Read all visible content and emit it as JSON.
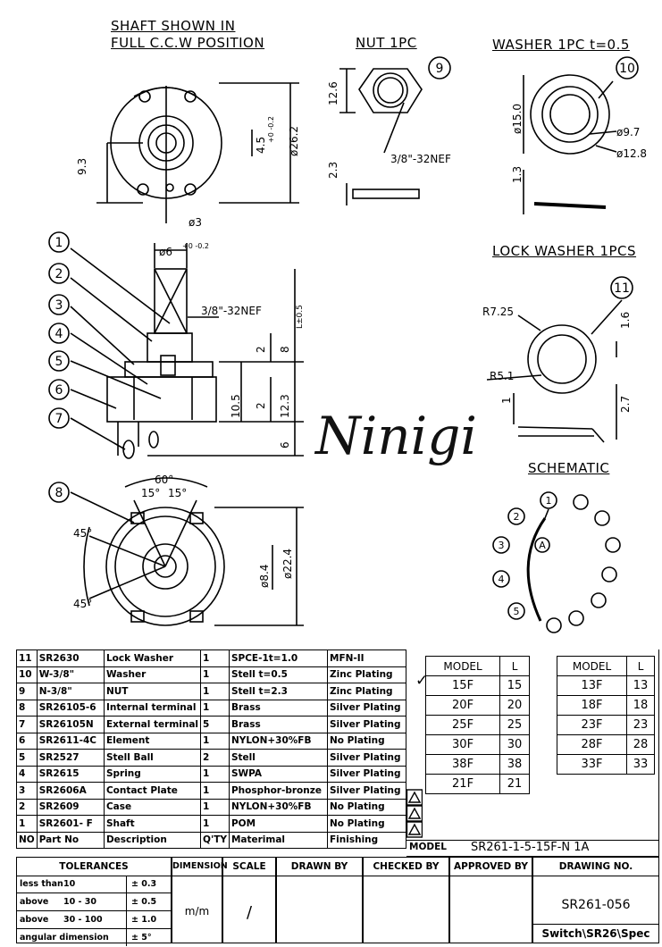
{
  "titles": {
    "shaft_line1": "SHAFT SHOWN IN",
    "shaft_line2": "FULL C.C.W POSITION",
    "nut": "NUT 1PC",
    "washer": "WASHER 1PC t=0.5",
    "lock_washer": "LOCK WASHER 1PCS",
    "schematic": "SCHEMATIC"
  },
  "dims": {
    "d26_2": "ø26.2",
    "d4_5": "4.5",
    "d4_5_tol": "+0 -0.2",
    "d9_3": "9.3",
    "d3": "ø3",
    "nut_12_6": "12.6",
    "nut_thread": "3/8\"-32NEF",
    "nut_2_3": "2.3",
    "w_15": "ø15.0",
    "w_9_7": "ø9.7",
    "w_12_8": "ø12.8",
    "w_1_3": "1.3",
    "shaft_6": "ø6",
    "shaft_6_tol": "+0 -0.2",
    "shaft_thread": "3/8\"-32NEF",
    "shaft_L": "L±0.5",
    "s_2a": "2",
    "s_8": "8",
    "s_10_5": "10.5",
    "s_2b": "2",
    "s_12_3": "12.3",
    "s_6": "6",
    "lw_r7_25": "R7.25",
    "lw_r5_1": "R5.1",
    "lw_1_6": "1.6",
    "lw_1": "1",
    "lw_2_7": "2.7",
    "b_60": "60°",
    "b_15a": "15°",
    "b_15b": "15°",
    "b_45a": "45°",
    "b_45b": "45°",
    "b_8_4": "ø8.4",
    "b_22_4": "ø22.4"
  },
  "callouts": [
    "1",
    "2",
    "3",
    "4",
    "5",
    "6",
    "7",
    "8",
    "9",
    "10",
    "11"
  ],
  "schematic_labels": [
    "1",
    "2",
    "3",
    "4",
    "5",
    "A"
  ],
  "watermark": "Ninigi",
  "bom": [
    {
      "no": "11",
      "part": "SR2630",
      "desc": "Lock Washer",
      "qty": "1",
      "mat": "SPCE-1t=1.0",
      "fin": "MFN-II"
    },
    {
      "no": "10",
      "part": "W-3/8\"",
      "desc": "Washer",
      "qty": "1",
      "mat": "Stell t=0.5",
      "fin": "Zinc Plating"
    },
    {
      "no": "9",
      "part": "N-3/8\"",
      "desc": "NUT",
      "qty": "1",
      "mat": "Stell t=2.3",
      "fin": "Zinc Plating"
    },
    {
      "no": "8",
      "part": "SR26105-6",
      "desc": "Internal terminal",
      "qty": "1",
      "mat": "Brass",
      "fin": "Silver Plating"
    },
    {
      "no": "7",
      "part": "SR26105N",
      "desc": "External terminal",
      "qty": "5",
      "mat": "Brass",
      "fin": "Silver Plating"
    },
    {
      "no": "6",
      "part": "SR2611-4C",
      "desc": "Element",
      "qty": "1",
      "mat": "NYLON+30%FB",
      "fin": "No Plating"
    },
    {
      "no": "5",
      "part": "SR2527",
      "desc": "Stell Ball",
      "qty": "2",
      "mat": "Stell",
      "fin": "Silver Plating"
    },
    {
      "no": "4",
      "part": "SR2615",
      "desc": "Spring",
      "qty": "1",
      "mat": "SWPA",
      "fin": "Silver Plating"
    },
    {
      "no": "3",
      "part": "SR2606A",
      "desc": "Contact Plate",
      "qty": "1",
      "mat": "Phosphor-bronze",
      "fin": "Silver Plating"
    },
    {
      "no": "2",
      "part": "SR2609",
      "desc": "Case",
      "qty": "1",
      "mat": "NYLON+30%FB",
      "fin": "No Plating"
    },
    {
      "no": "1",
      "part": "SR2601- F",
      "desc": "Shaft",
      "qty": "1",
      "mat": "POM",
      "fin": "No Plating"
    }
  ],
  "bom_header": {
    "no": "NO",
    "part": "Part No",
    "desc": "Description",
    "qty": "Q'TY",
    "mat": "Materimal",
    "fin": "Finishing",
    "model": "MODEL",
    "model_value": "SR261-1-5-15F-N 1A"
  },
  "models_left": {
    "head": [
      "MODEL",
      "L"
    ],
    "rows": [
      [
        "15F",
        "15"
      ],
      [
        "20F",
        "20"
      ],
      [
        "25F",
        "25"
      ],
      [
        "30F",
        "30"
      ],
      [
        "38F",
        "38"
      ],
      [
        "21F",
        "21"
      ]
    ],
    "check": "✓"
  },
  "models_right": {
    "head": [
      "MODEL",
      "L"
    ],
    "rows": [
      [
        "13F",
        "13"
      ],
      [
        "18F",
        "18"
      ],
      [
        "23F",
        "23"
      ],
      [
        "28F",
        "28"
      ],
      [
        "33F",
        "33"
      ]
    ]
  },
  "title_block": {
    "tolerances": "TOLERANCES",
    "tol_rows": [
      [
        "less than",
        "10",
        "± 0.3"
      ],
      [
        "above",
        "10 - 30",
        "± 0.5"
      ],
      [
        "above",
        "30 - 100",
        "± 1.0"
      ],
      [
        "angular dimension",
        "",
        "± 5°"
      ]
    ],
    "dimension": "DIMENSION",
    "dimension_value": "m/m",
    "scale": "SCALE",
    "scale_value": "/",
    "drawn_by": "DRAWN BY",
    "checked_by": "CHECKED BY",
    "approved_by": "APPROVED BY",
    "drawing_no": "DRAWING NO.",
    "drawing_no_value": "SR261-056",
    "path": "Switch\\SR26\\Spec"
  }
}
